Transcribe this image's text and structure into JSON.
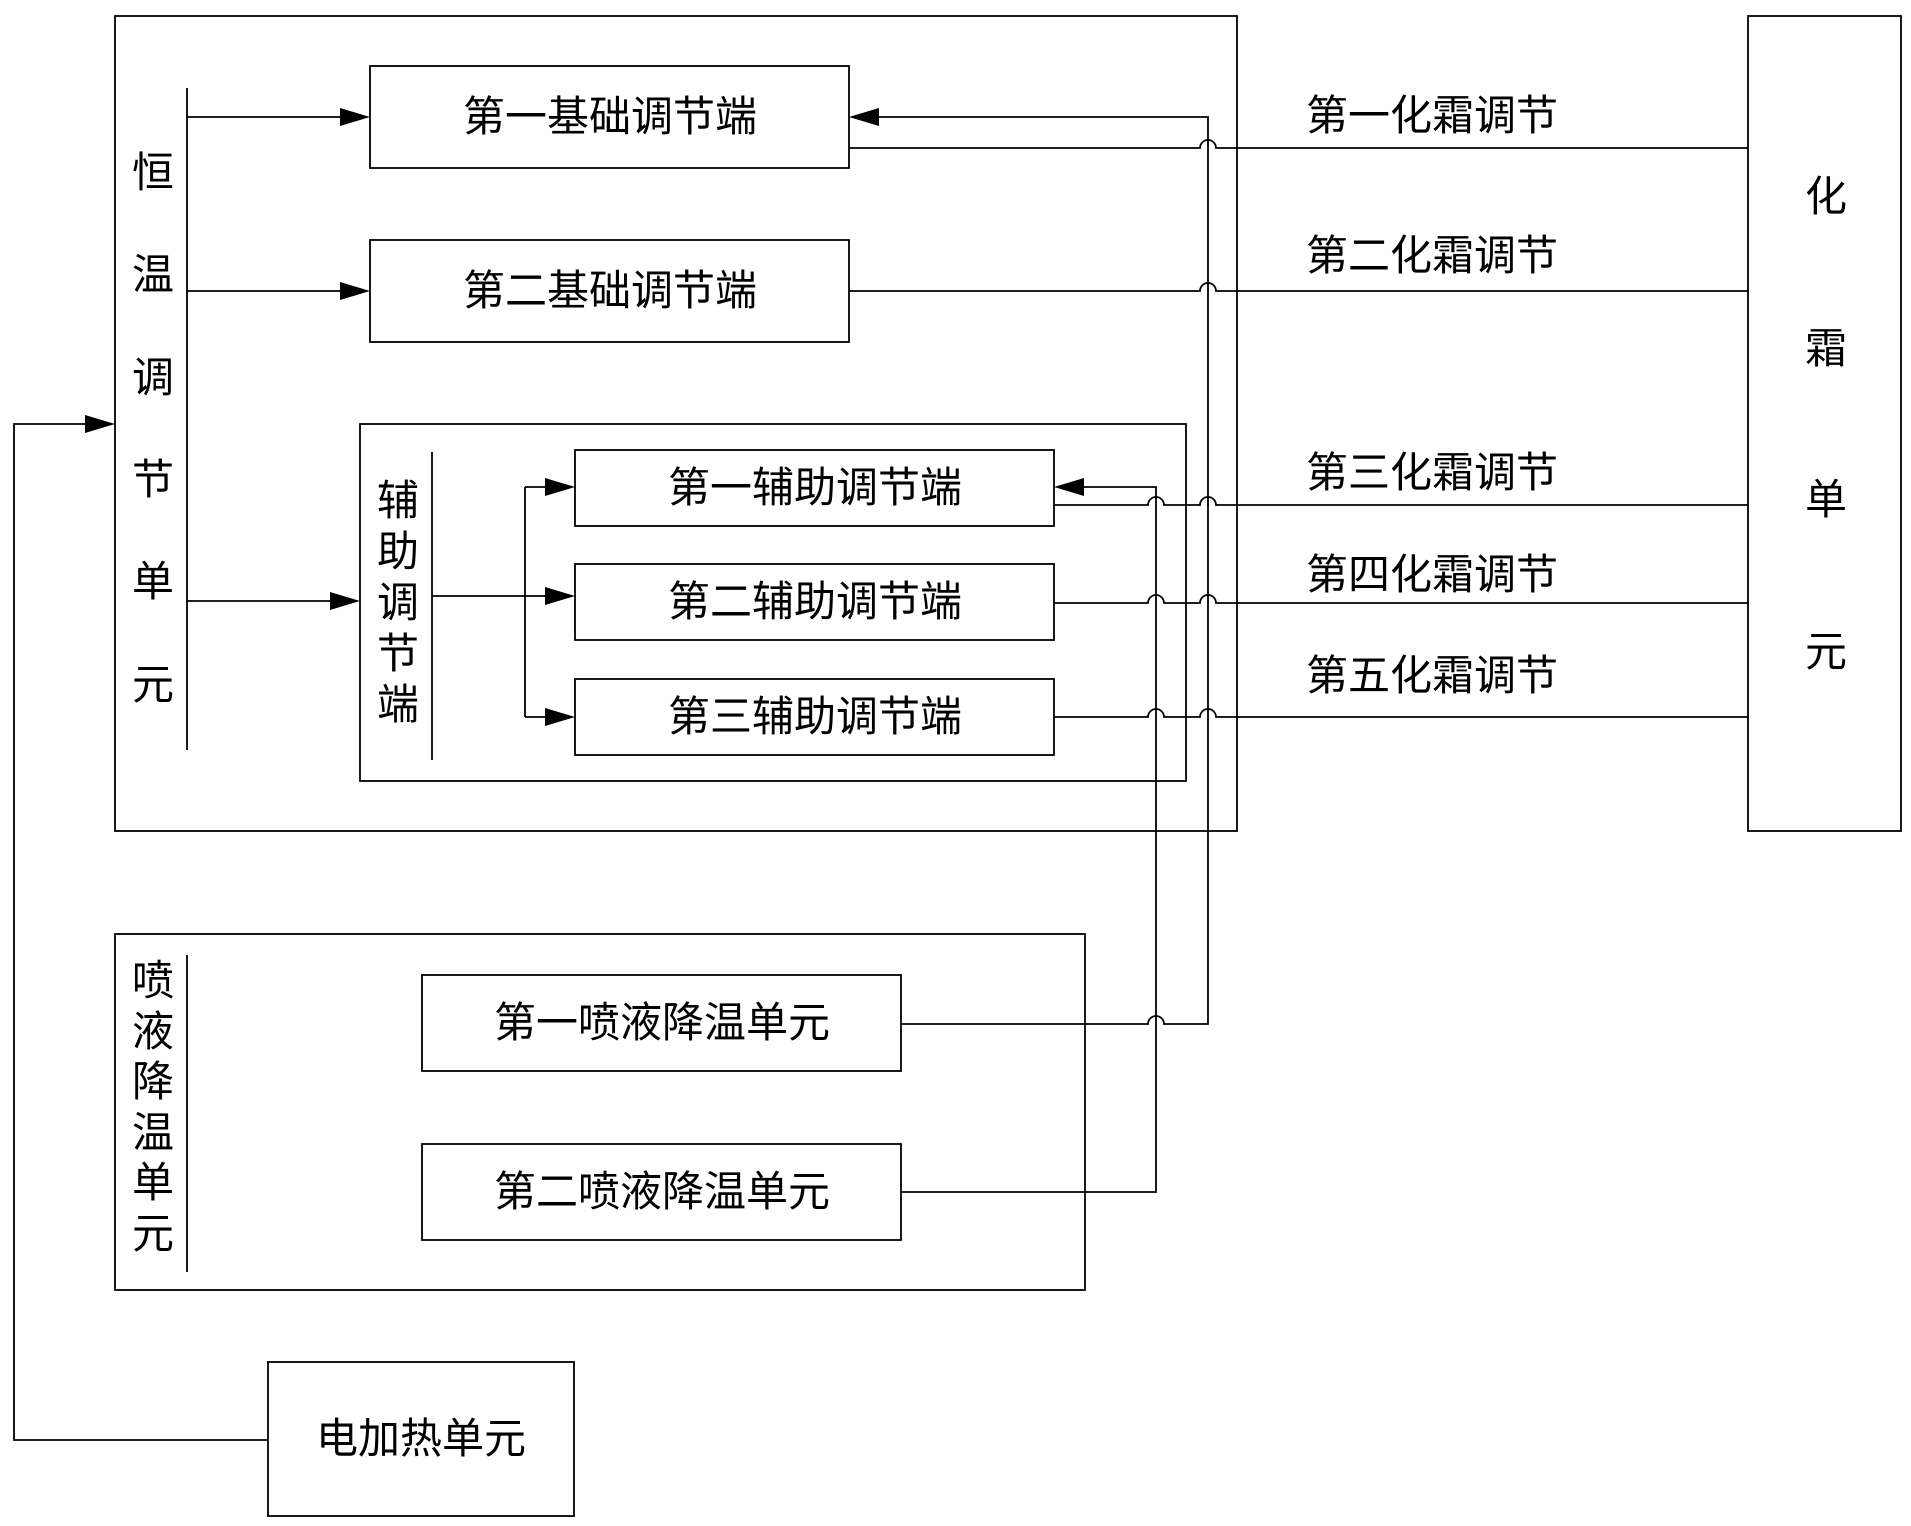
{
  "constant_temp_unit": {
    "label": [
      "恒",
      "温",
      "调",
      "节",
      "单",
      "元"
    ],
    "first_base_port": "第一基础调节端",
    "second_base_port": "第二基础调节端",
    "aux_port": {
      "label": [
        "辅",
        "助",
        "调",
        "节",
        "端"
      ],
      "first": "第一辅助调节端",
      "second": "第二辅助调节端",
      "third": "第三辅助调节端"
    }
  },
  "defrost_unit": {
    "label": [
      "化",
      "霜",
      "单",
      "元"
    ],
    "lines": [
      "第一化霜调节",
      "第二化霜调节",
      "第三化霜调节",
      "第四化霜调节",
      "第五化霜调节"
    ]
  },
  "spray_cooling_unit": {
    "label": [
      "喷",
      "液",
      "降",
      "温",
      "单",
      "元"
    ],
    "first": "第一喷液降温单元",
    "second": "第二喷液降温单元"
  },
  "electric_heating_unit": {
    "label": "电加热单元"
  }
}
